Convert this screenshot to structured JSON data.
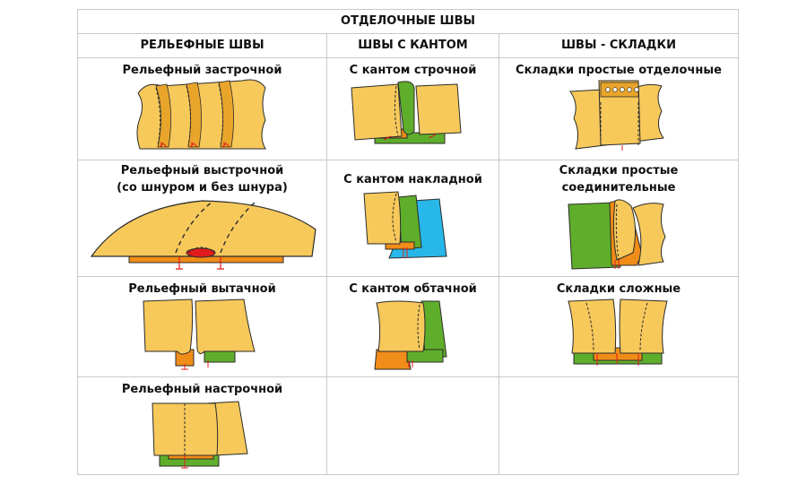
{
  "table": {
    "title": "ОТДЕЛОЧНЫЕ ШВЫ",
    "columns": [
      "РЕЛЬЕФНЫЕ ШВЫ",
      "ШВЫ С КАНТОМ",
      "ШВЫ - СКЛАДКИ"
    ],
    "cells": {
      "relief_zastrochnoy": "Рельефный застрочной",
      "relief_vystrochnoy_1": "Рельефный выстрочной",
      "relief_vystrochnoy_2": "(со шнуром и без шнура)",
      "relief_vytachnoy": "Рельефный вытачной",
      "relief_nastrochnoy": "Рельефный настрочной",
      "kant_strochnoy": "С кантом строчной",
      "kant_nakladnoy": "С кантом накладной",
      "kant_obtachnoy": "С кантом обтачной",
      "skladki_otdelochnye": "Складки простые отделочные",
      "skladki_soedinitelnye_1": "Складки простые",
      "skladki_soedinitelnye_2": "соединительные",
      "skladki_slozhnye": "Складки сложные"
    }
  },
  "colors": {
    "fabric": "#f7c95b",
    "fabric_dark": "#e9a52a",
    "orange": "#f08c18",
    "green": "#5fae2b",
    "blue": "#27b7e8",
    "outline": "#2b2b2b",
    "stitch": "#e11c1c"
  }
}
